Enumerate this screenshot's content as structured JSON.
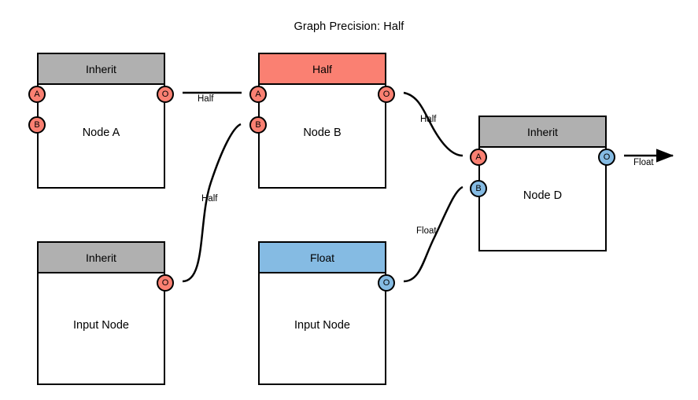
{
  "title": "Graph Precision: Half",
  "colors": {
    "inherit_header": "#B0B0B0",
    "half_header": "#FA8072",
    "float_header": "#85BBE3",
    "half_port": "#FA8072",
    "float_port": "#85BBE3",
    "stroke": "#000000",
    "background": "#FFFFFF"
  },
  "nodes": [
    {
      "id": "node-a",
      "header": "Inherit",
      "label": "Node A",
      "header_type": "inherit",
      "inputs": [
        {
          "name": "A",
          "type": "half"
        },
        {
          "name": "B",
          "type": "half"
        }
      ],
      "outputs": [
        {
          "name": "O",
          "type": "half"
        }
      ]
    },
    {
      "id": "node-b",
      "header": "Half",
      "label": "Node B",
      "header_type": "half",
      "inputs": [
        {
          "name": "A",
          "type": "half"
        },
        {
          "name": "B",
          "type": "half"
        }
      ],
      "outputs": [
        {
          "name": "O",
          "type": "half"
        }
      ]
    },
    {
      "id": "node-d",
      "header": "Inherit",
      "label": "Node D",
      "header_type": "inherit",
      "inputs": [
        {
          "name": "A",
          "type": "half"
        },
        {
          "name": "B",
          "type": "float"
        }
      ],
      "outputs": [
        {
          "name": "O",
          "type": "float"
        }
      ]
    },
    {
      "id": "input-node-left",
      "header": "Inherit",
      "label": "Input Node",
      "header_type": "inherit",
      "inputs": [],
      "outputs": [
        {
          "name": "O",
          "type": "half"
        }
      ]
    },
    {
      "id": "input-node-mid",
      "header": "Float",
      "label": "Input Node",
      "header_type": "float",
      "inputs": [],
      "outputs": [
        {
          "name": "O",
          "type": "float"
        }
      ]
    }
  ],
  "edges": [
    {
      "id": "edge-a-to-b",
      "from": "node-a.O",
      "to": "node-b.A",
      "label": "Half"
    },
    {
      "id": "edge-inleft-to-b",
      "from": "input-node-left.O",
      "to": "node-b.B",
      "label": "Half"
    },
    {
      "id": "edge-b-to-d",
      "from": "node-b.O",
      "to": "node-d.A",
      "label": "Half"
    },
    {
      "id": "edge-inmid-to-d",
      "from": "input-node-mid.O",
      "to": "node-d.B",
      "label": "Float"
    },
    {
      "id": "edge-d-output",
      "from": "node-d.O",
      "to": "",
      "label": "Float"
    }
  ]
}
